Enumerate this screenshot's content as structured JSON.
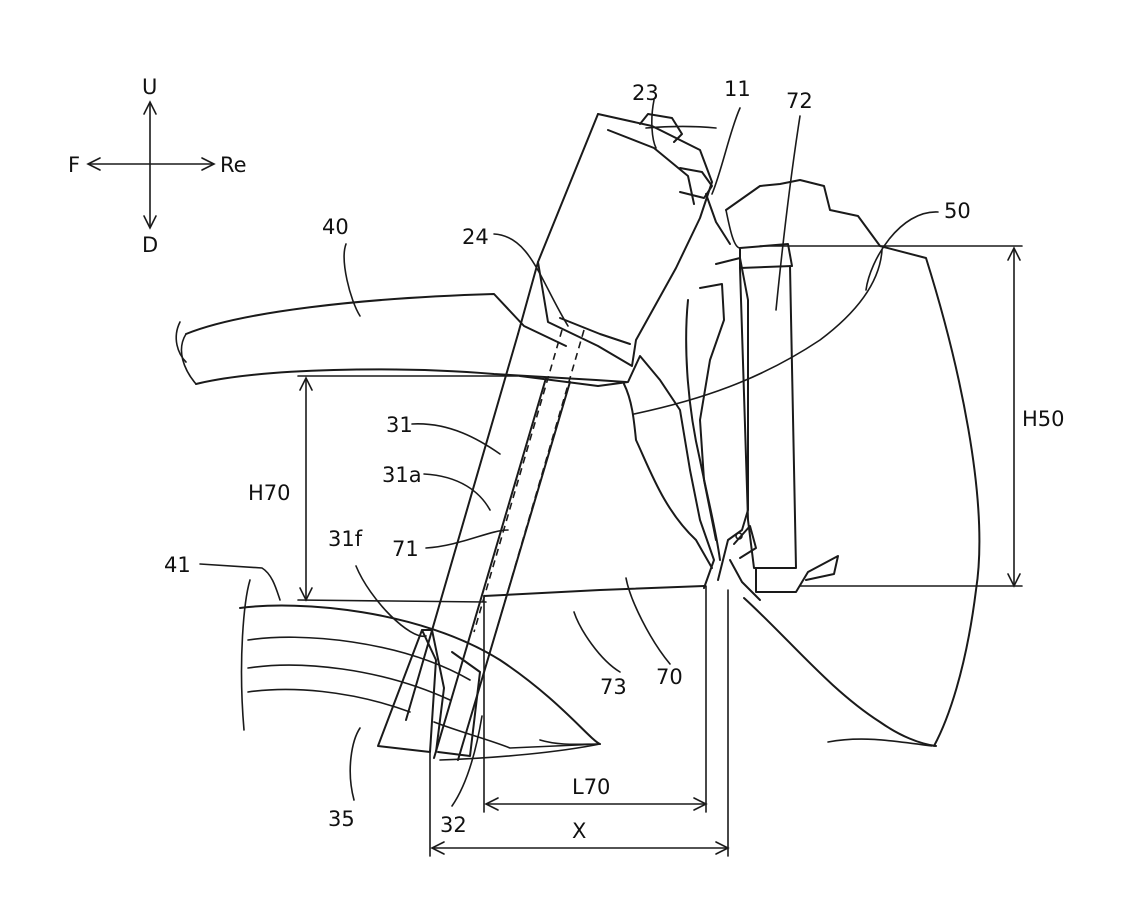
{
  "direction": {
    "up": "U",
    "down": "D",
    "front": "F",
    "rear": "Re"
  },
  "labels": {
    "l23": "23",
    "l11": "11",
    "l72": "72",
    "l50": "50",
    "l40": "40",
    "l24": "24",
    "l31": "31",
    "l31a": "31a",
    "l71": "71",
    "l31f": "31f",
    "l41": "41",
    "l73": "73",
    "l70": "70",
    "l35": "35",
    "l32": "32"
  },
  "dimensions": {
    "h70": "H70",
    "h50": "H50",
    "l70": "L70",
    "x": "X"
  }
}
